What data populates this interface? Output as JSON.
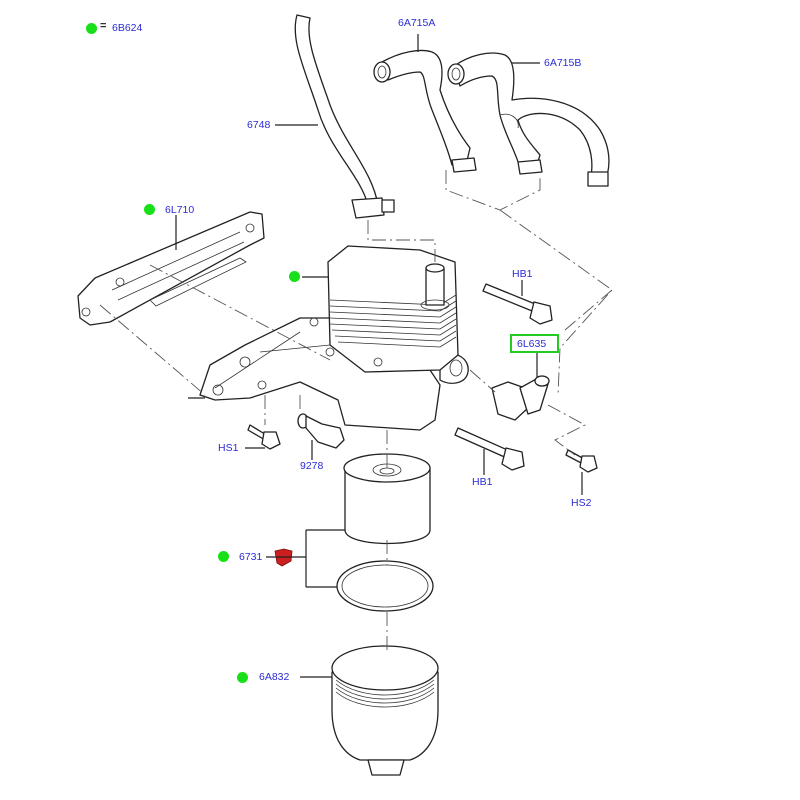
{
  "legend": {
    "marker": "green-dot",
    "equals": "=",
    "code": "6B624"
  },
  "accent_colors": {
    "label_text": "#2b2bd6",
    "marker_green": "#18e018",
    "highlight_box": "#22cc22",
    "clip_red": "#cc1f1f"
  },
  "highlighted_part": "6L635",
  "callouts": [
    {
      "id": "6A715A",
      "text": "6A715A",
      "marked": false
    },
    {
      "id": "6A715B",
      "text": "6A715B",
      "marked": false
    },
    {
      "id": "6748",
      "text": "6748",
      "marked": false
    },
    {
      "id": "6L710",
      "text": "6L710",
      "marked": true
    },
    {
      "id": "oil-cooler",
      "text": "",
      "marked": true
    },
    {
      "id": "HB1-top",
      "text": "HB1",
      "marked": false
    },
    {
      "id": "6L635",
      "text": "6L635",
      "marked": false
    },
    {
      "id": "HS1",
      "text": "HS1",
      "marked": false
    },
    {
      "id": "9278",
      "text": "9278",
      "marked": false
    },
    {
      "id": "HB1-bottom",
      "text": "HB1",
      "marked": false
    },
    {
      "id": "HS2",
      "text": "HS2",
      "marked": false
    },
    {
      "id": "6731",
      "text": "6731",
      "marked": true
    },
    {
      "id": "6A832",
      "text": "6A832",
      "marked": true
    }
  ]
}
